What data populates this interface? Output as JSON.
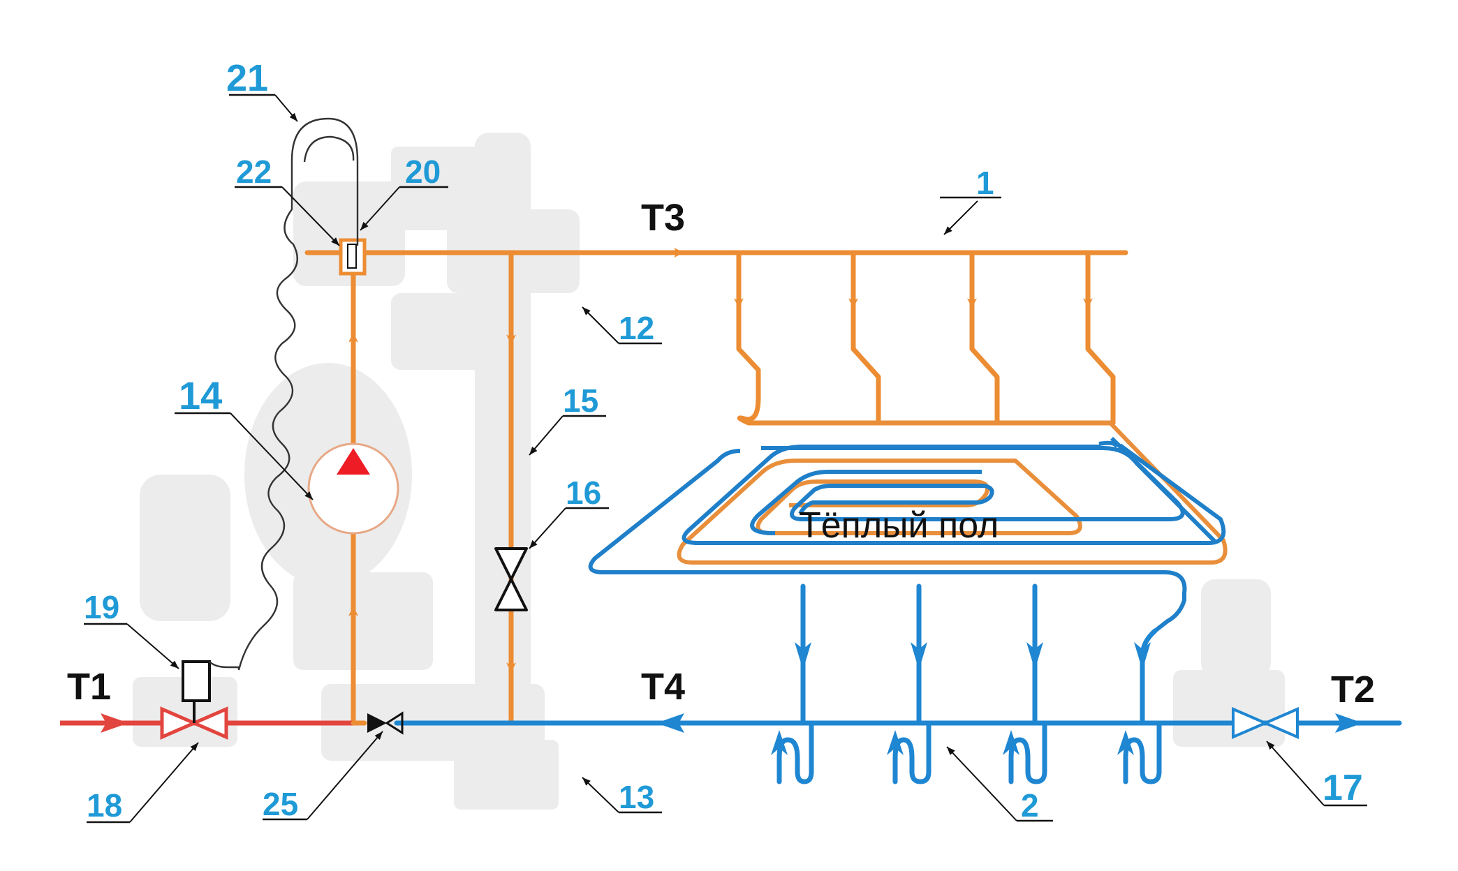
{
  "diagram": {
    "pipe_labels": {
      "t1": "T1",
      "t2": "T2",
      "t3": "T3",
      "t4": "T4"
    },
    "floor_label": "Тёплый пол",
    "callouts": {
      "n1": "1",
      "n2": "2",
      "n12": "12",
      "n13": "13",
      "n14": "14",
      "n15": "15",
      "n16": "16",
      "n17": "17",
      "n18": "18",
      "n19": "19",
      "n20": "20",
      "n21": "21",
      "n22": "22",
      "n25": "25"
    },
    "colors": {
      "supply_hot": "#ec8c33",
      "return_cold": "#1f86d2",
      "inlet": "#e2453e",
      "pump_triangle": "#ee1c25",
      "callout_text": "#1f9ad6",
      "background_equipment": "#ececec"
    }
  }
}
